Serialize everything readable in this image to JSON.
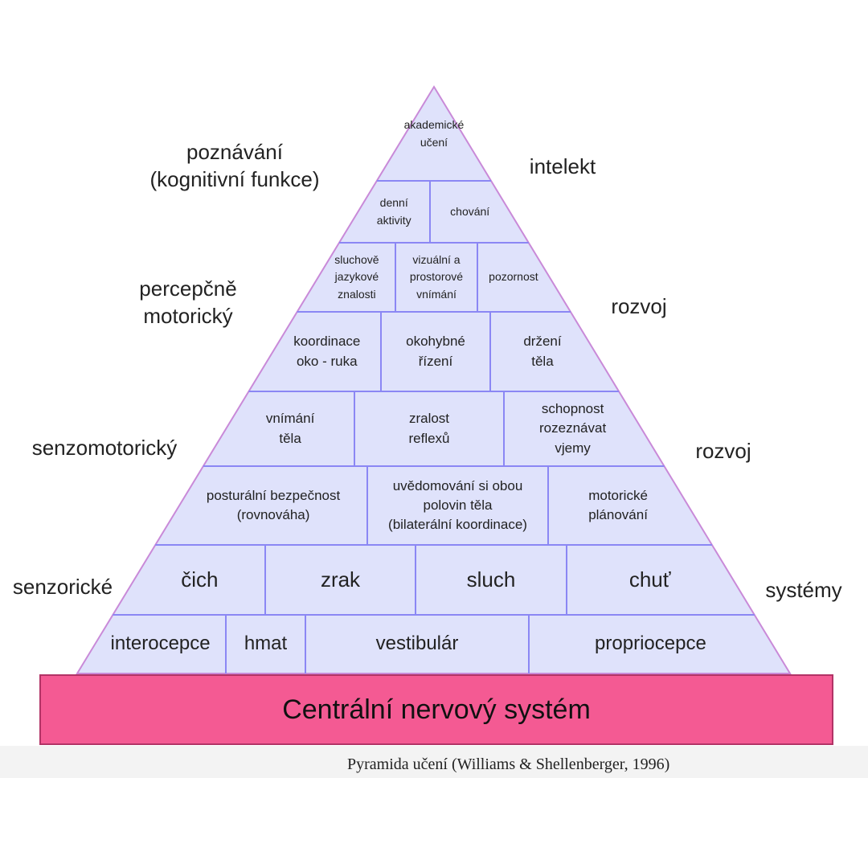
{
  "colors": {
    "pyramid_fill": "#dfe2fb",
    "pyramid_line": "#8b87f4",
    "pyramid_edge": "#c98ad8",
    "base_fill": "#f45a93",
    "base_border": "#b23366",
    "text": "#222222"
  },
  "side_labels": {
    "left": [
      {
        "lines": [
          "poznávání",
          "(kognitivní funkce)"
        ]
      },
      {
        "lines": [
          "percepčně",
          "motorický"
        ]
      },
      {
        "lines": [
          "senzomotorický"
        ]
      },
      {
        "lines": [
          "senzorické"
        ]
      }
    ],
    "right": [
      {
        "lines": [
          "intelekt"
        ]
      },
      {
        "lines": [
          "rozvoj"
        ]
      },
      {
        "lines": [
          "rozvoj"
        ]
      },
      {
        "lines": [
          "systémy"
        ]
      }
    ]
  },
  "pyramid": {
    "rows": [
      {
        "cells": [
          {
            "lines": [
              "akademické",
              "učení"
            ]
          }
        ]
      },
      {
        "cells": [
          {
            "lines": [
              "denní",
              "aktivity"
            ]
          },
          {
            "lines": [
              "chování"
            ]
          }
        ]
      },
      {
        "cells": [
          {
            "lines": [
              "sluchově",
              "jazykové",
              "znalosti"
            ]
          },
          {
            "lines": [
              "vizuální a",
              "prostorové",
              "vnímání"
            ]
          },
          {
            "lines": [
              "pozornost"
            ]
          }
        ]
      },
      {
        "cells": [
          {
            "lines": [
              "koordinace",
              "oko - ruka"
            ]
          },
          {
            "lines": [
              "okohybné",
              "řízení"
            ]
          },
          {
            "lines": [
              "držení",
              "těla"
            ]
          }
        ]
      },
      {
        "cells": [
          {
            "lines": [
              "vnímání",
              "těla"
            ]
          },
          {
            "lines": [
              "zralost",
              "reflexů"
            ]
          },
          {
            "lines": [
              "schopnost",
              "rozeznávat",
              "vjemy"
            ]
          }
        ]
      },
      {
        "cells": [
          {
            "lines": [
              "posturální bezpečnost",
              "(rovnováha)"
            ]
          },
          {
            "lines": [
              "uvědomování si obou",
              "polovin těla",
              "(bilaterální koordinace)"
            ]
          },
          {
            "lines": [
              "motorické",
              "plánování"
            ]
          }
        ]
      },
      {
        "cells": [
          {
            "lines": [
              "čich"
            ]
          },
          {
            "lines": [
              "zrak"
            ]
          },
          {
            "lines": [
              "sluch"
            ]
          },
          {
            "lines": [
              "chuť"
            ]
          }
        ]
      },
      {
        "cells": [
          {
            "lines": [
              "interocepce"
            ]
          },
          {
            "lines": [
              "hmat"
            ]
          },
          {
            "lines": [
              "vestibulár"
            ]
          },
          {
            "lines": [
              "propriocepce"
            ]
          }
        ]
      }
    ]
  },
  "base": {
    "label": "Centrální nervový systém"
  },
  "caption": "Pyramida učení (Williams & Shellenberger, 1996)"
}
